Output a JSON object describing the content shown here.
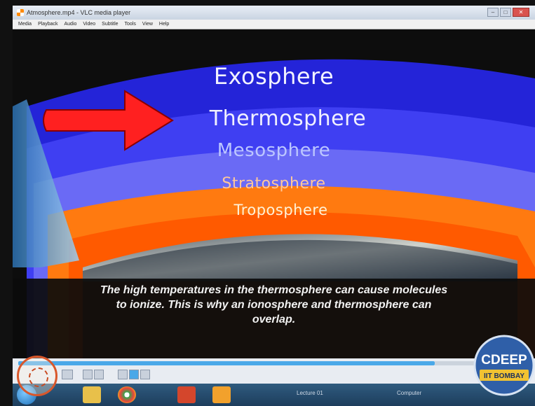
{
  "window": {
    "title": "Atmosphere.mp4 - VLC media player",
    "minimize_label": "–",
    "maximize_label": "□",
    "close_label": "✕"
  },
  "menu": {
    "items": [
      "Media",
      "Playback",
      "Audio",
      "Video",
      "Subtitle",
      "Tools",
      "View",
      "Help"
    ]
  },
  "video": {
    "layers": {
      "exosphere": "Exosphere",
      "thermosphere": "Thermosphere",
      "mesosphere": "Mesosphere",
      "stratosphere": "Stratosphere",
      "troposphere": "Troposphere"
    },
    "caption": {
      "line1": "The high temperatures in the thermosphere can cause molecules",
      "line2": "to ionize. This is why an ionosphere and thermosphere can",
      "line3": "overlap."
    },
    "colors": {
      "exosphere": "#2424d8",
      "thermosphere": "#3f3ff2",
      "mesosphere": "#6a6af5",
      "stratosphere": "#ff7a10",
      "troposphere": "#ff5a00",
      "arrow": "#ff2020"
    }
  },
  "player": {
    "playback_progress": 0.9
  },
  "taskbar": {
    "item_text_1": "Lecture 01",
    "item_text_2": "Computer"
  },
  "logo": {
    "name": "CDEEP",
    "subtitle": "IIT BOMBAY"
  }
}
